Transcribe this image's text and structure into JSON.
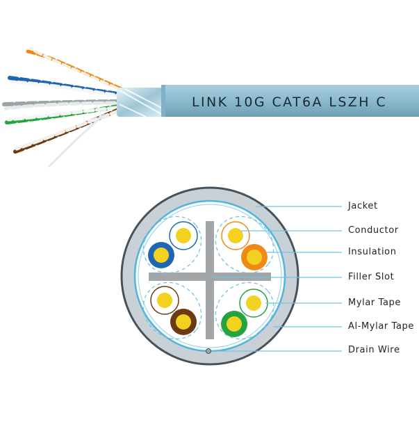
{
  "cable_print": "LINK 10G CAT6A LSZH C",
  "labels": [
    "Jacket",
    "Conductor",
    "Insulation",
    "Filler Slot",
    "Mylar Tape",
    "Al-Mylar Tape",
    "Drain Wire"
  ],
  "colors": {
    "jacket": "#8dbccf",
    "jacket_cross": "#c9d1d7",
    "jacket_ring": "#47515a",
    "cross_filler": "#a3a6a9",
    "conductor": "#f3d21f",
    "pair_blue": "#1e66b3",
    "pair_orange": "#f08a17",
    "pair_brown": "#6b3a12",
    "pair_green": "#24a340",
    "leader_line": "#6ec3e3"
  }
}
